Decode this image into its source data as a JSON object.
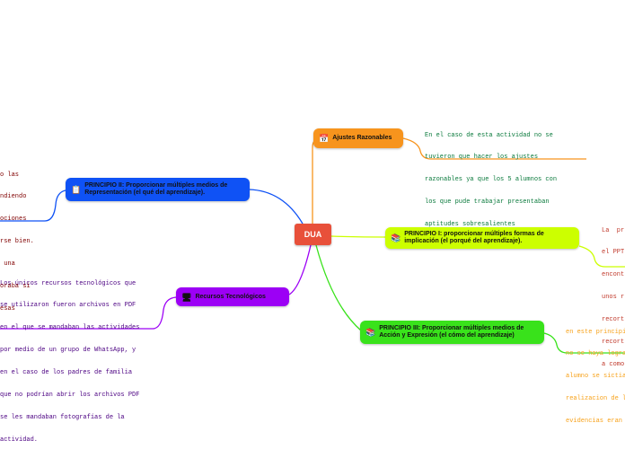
{
  "center": {
    "label": "DUA",
    "color": "#e8503a"
  },
  "nodes": {
    "ajustes": {
      "label": "Ajustes Razonables",
      "icon": "calendar-icon",
      "color": "#f7941d"
    },
    "implicacion": {
      "label": "PRINCIPIO I: proporcionar múltiples formas de implicación (el porqué del aprendizaje).",
      "icon": "books-icon",
      "color": "#ccff00"
    },
    "accion": {
      "label": "PRINCIPIO III: Proporcionar múltiples medios de Acción y Expresión (el cómo del aprendizaje)",
      "icon": "books-icon",
      "color": "#39e21b"
    },
    "recursos": {
      "label": "Recursos Tecnológicos",
      "icon": "computer-icon",
      "color": "#9c00f5"
    },
    "representacion": {
      "label": "PRINCIPIO II: Proporcionar múltiples medios de Representación (el qué del aprendizaje).",
      "icon": "document-icon",
      "color": "#0f52f5"
    }
  },
  "notes": {
    "ajustes": [
      "En el caso de esta actividad no se",
      "tuvieron que hacer los ajustes",
      "razonables ya que los 5 alumnos con",
      "los que pude trabajar presentaban",
      "aptitudes sobresalientes"
    ],
    "implicacion": [
      "La  pr",
      "el PPT",
      "encont",
      "unos r",
      "recort",
      "recort",
      "a como"
    ],
    "accion": [
      "en este principi",
      "no se haya logra",
      "alumno se sictia",
      "realizacion de l",
      "evidencias eran "
    ],
    "recursos": [
      "Los únicos recursos tecnológicos que",
      "se utilizaron fueron archivos en PDF",
      "en el que se mandaban las actividades",
      "por medio de un grupo de WhatsApp, y",
      "en el caso de los padres de familia",
      "que no podrían abrir los archivos PDF",
      "se les mandaban fotografías de la",
      "actividad."
    ],
    "representacion": [
      "o las",
      "ndiendo",
      "ociones",
      "rse bien.",
      " una",
      "oraba si",
      "esas"
    ]
  },
  "colors": {
    "ajustes_text": "#0a7a3c",
    "implicacion_text": "#c0392b",
    "accion_text": "#f7a21b",
    "recursos_text": "#4b0082",
    "representacion_text": "#800000"
  }
}
